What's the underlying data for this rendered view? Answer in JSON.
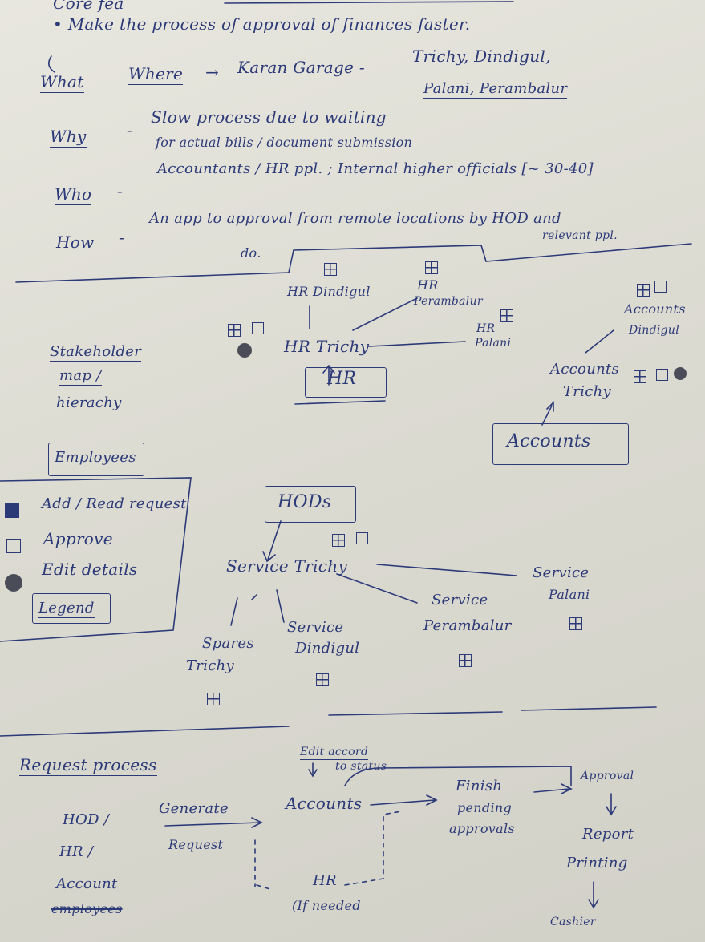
{
  "core": {
    "heading": "Core fea",
    "bullet": "Make the process of approval of finances faster."
  },
  "what": {
    "label": "What",
    "where_label": "Where",
    "arrow": "→",
    "where_value": "Karan Garage -",
    "places_line1": "Trichy, Dindigul,",
    "places_line2": "Palani, Perambalur"
  },
  "why": {
    "label": "Why",
    "dash": "-",
    "line1": "Slow process due to waiting",
    "line2": "for actual bills / document submission"
  },
  "who": {
    "label": "Who",
    "dash": "-",
    "text": "Accountants / HR ppl. ; Internal higher officials [~ 30-40]"
  },
  "how": {
    "label": "How",
    "dash": "-",
    "line1": "An app to approval from remote locations by HOD and",
    "line2": "do.",
    "line3": "relevant ppl."
  },
  "stakeholder_map": {
    "label_line1": "Stakeholder",
    "label_line2": "map /",
    "label_line3": "hierachy",
    "hr": {
      "box": "HR",
      "center": "HR Trichy",
      "dindigul": "HR Dindigul",
      "perambalur_line1": "HR",
      "perambalur_line2": "Perambalur",
      "palani_line1": "HR",
      "palani_line2": "Palani"
    },
    "accounts": {
      "box": "Accounts",
      "trichy_line1": "Accounts",
      "trichy_line2": "Trichy",
      "dindigul_line1": "Accounts",
      "dindigul_line2": "Dindigul"
    },
    "hods": {
      "box": "HODs",
      "service_trichy": "Service Trichy",
      "service_palani_line1": "Service",
      "service_palani_line2": "Palani",
      "service_perambalur_line1": "Service",
      "service_perambalur_line2": "Perambalur",
      "service_dindigul_line1": "Service",
      "service_dindigul_line2": "Dindigul",
      "spares_line1": "Spares",
      "spares_line2": "Trichy"
    }
  },
  "legend": {
    "title": "Employees",
    "items": [
      {
        "icon": "grid-icon",
        "label": "Add / Read request"
      },
      {
        "icon": "square-icon",
        "label": "Approve"
      },
      {
        "icon": "dot-icon",
        "label": "Edit details"
      }
    ],
    "footer": "Legend"
  },
  "request_process": {
    "heading": "Request process",
    "actors_line1": "HOD /",
    "actors_line2": "HR /",
    "actors_line3": "Account",
    "actors_line4": "employees",
    "generate": "Generate",
    "request": "Request",
    "edit_note_line1": "Edit accord",
    "edit_note_line2": "to status",
    "accounts": "Accounts",
    "finish_line1": "Finish",
    "finish_line2": "pending",
    "finish_line3": "approvals",
    "approval": "Approval",
    "report_line1": "Report",
    "report_line2": "Printing",
    "cashier": "Cashier",
    "hr": "HR",
    "hr_note": "(If needed"
  },
  "colors": {
    "ink": "#2c3a78",
    "paper": "#dcdbd2",
    "dot": "#4a4c57"
  }
}
